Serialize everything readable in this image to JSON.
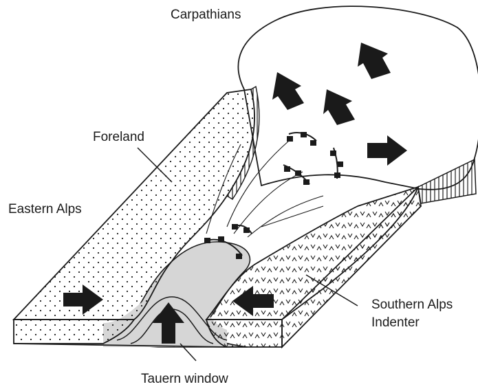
{
  "labels": {
    "carpathians": "Carpathians",
    "foreland": "Foreland",
    "eastern_alps": "Eastern Alps",
    "southern_alps_line1": "Southern Alps",
    "southern_alps_line2": "Indenter",
    "tauern_window": "Tauern window"
  },
  "colors": {
    "ink": "#1a1a1a",
    "paper": "#ffffff",
    "tauern_fill": "#d6d6d6"
  },
  "icons": [
    "compression-arrow",
    "extrusion-arrow",
    "uplift-arrow",
    "fault-barb"
  ]
}
